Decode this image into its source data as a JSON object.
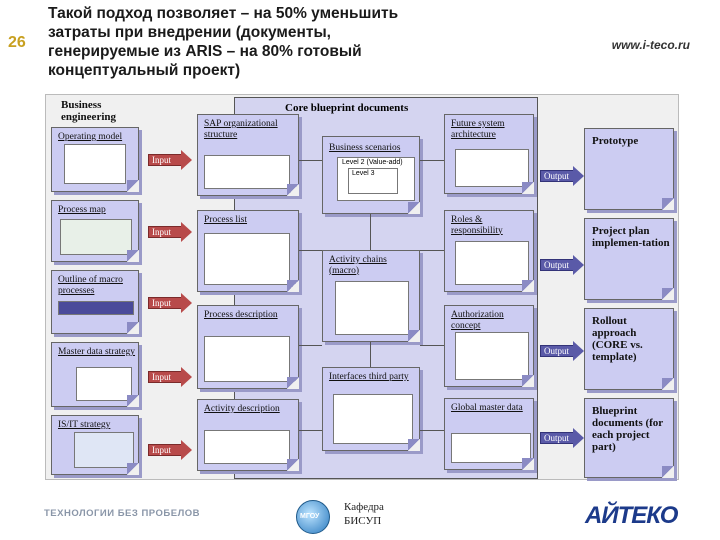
{
  "slide": {
    "number": "26",
    "title": "Такой подход позволяет – на 50% уменьшить затраты при внедрении (документы, генерируемые из ARIS – на 80% готовый концептуальный проект)",
    "url": "www.i-teco.ru"
  },
  "diagram": {
    "left_column_title": "Business engineering",
    "core_title": "Core blueprint documents",
    "left_docs": [
      "Operating model",
      "Process map",
      "Outline of macro processes",
      "Master data strategy",
      "IS/IT strategy"
    ],
    "core_left_docs": [
      "SAP organizational structure",
      "Process list",
      "Process description",
      "Activity description"
    ],
    "core_right_docs": [
      "Business scenarios",
      "Activity chains (macro)",
      "Interfaces third party"
    ],
    "core_far_docs": [
      "Future system architecture",
      "Roles & responsibility",
      "Authorization concept",
      "Global master data"
    ],
    "right_docs": [
      "Prototype",
      "Project plan implemen-tation",
      "Rollout approach (CORE vs. template)",
      "Blueprint documents (for each project part)"
    ],
    "input_label": "Input",
    "output_label": "Output",
    "level2_label": "Level 2 (Value-add)",
    "level3_label": "Level 3"
  },
  "footer": {
    "left_text": "ТЕХНОЛОГИИ БЕЗ ПРОБЕЛОВ",
    "dept_logo_text": "МГОУ",
    "dept_line1": "Кафедра",
    "dept_line2": "БИСУП",
    "brand": "АЙТЕКО"
  }
}
